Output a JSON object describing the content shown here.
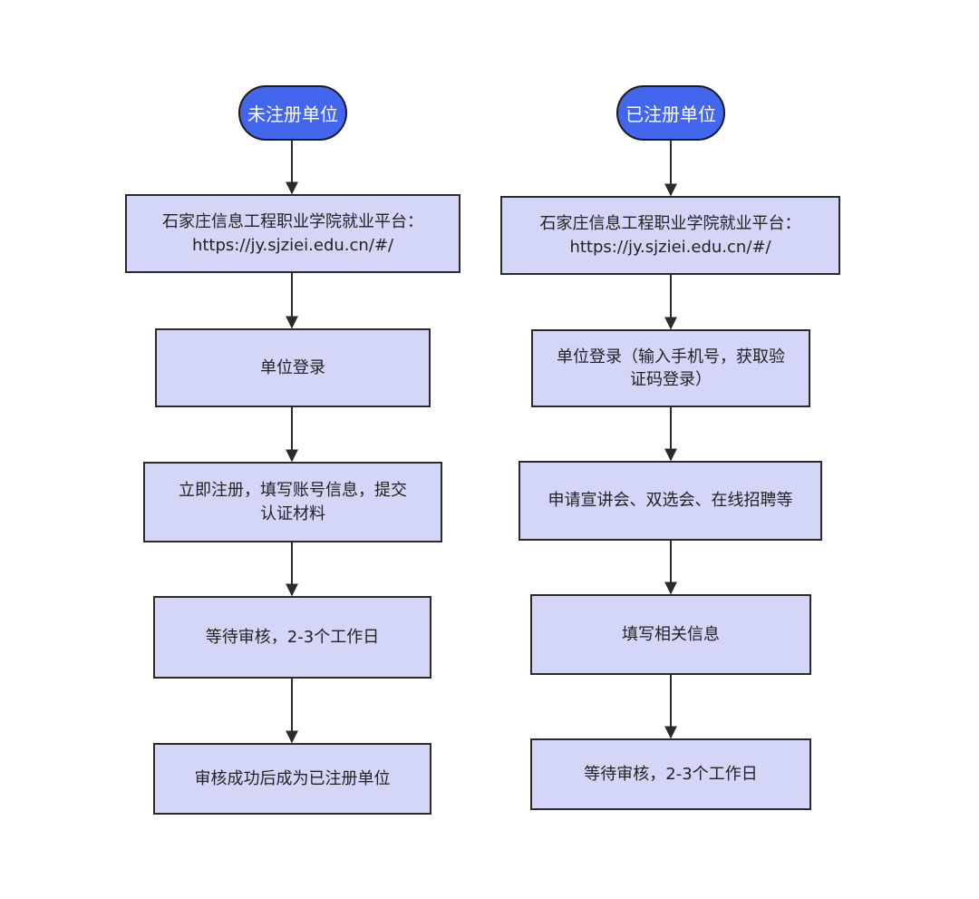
{
  "flow_left": {
    "start": "未注册单位",
    "steps": [
      "石家庄信息工程职业学院就业平台：\nhttps://jy.sjziei.edu.cn/#/",
      "单位登录",
      "立即注册，填写账号信息，提交\n认证材料",
      "等待审核，2-3个工作日",
      "审核成功后成为已注册单位"
    ]
  },
  "flow_right": {
    "start": "已注册单位",
    "steps": [
      "石家庄信息工程职业学院就业平台：\nhttps://jy.sjziei.edu.cn/#/",
      "单位登录（输入手机号，获取验\n证码登录）",
      "申请宣讲会、双选会、在线招聘等",
      "填写相关信息",
      "等待审核，2-3个工作日"
    ]
  },
  "colors": {
    "start_fill": "#4366ee",
    "step_fill": "#d4d6f8",
    "stroke": "#2b2b2b"
  }
}
